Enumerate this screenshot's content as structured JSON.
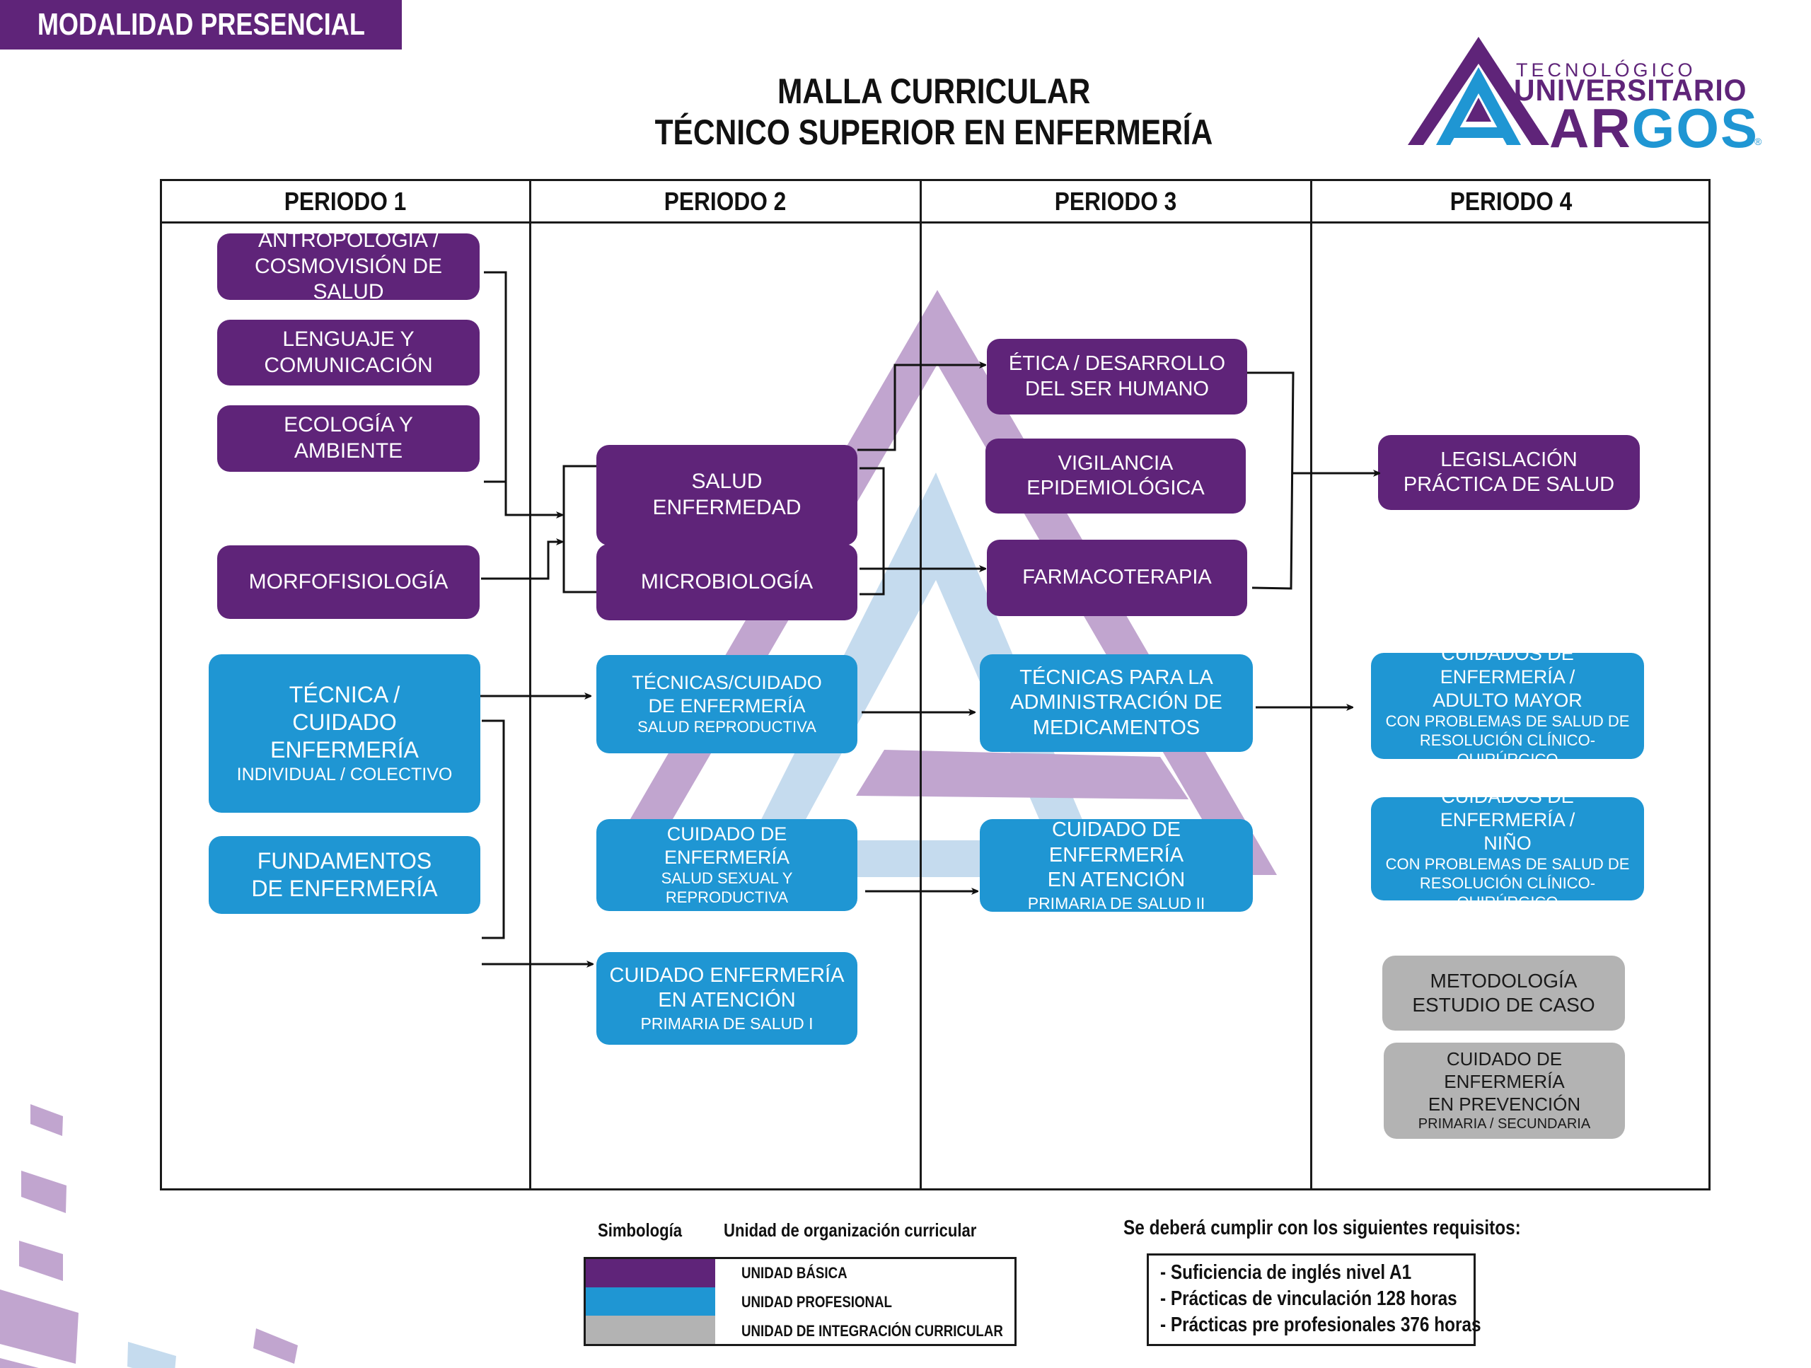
{
  "banner": "MODALIDAD  PRESENCIAL",
  "title": {
    "line1": "MALLA CURRICULAR",
    "line2": "TÉCNICO SUPERIOR EN ENFERMERÍA"
  },
  "logo": {
    "line1": "TECNOLÓGICO",
    "line2": "UNIVERSITARIO",
    "line3a": "AR",
    "line3b": "GOS",
    "registered": "®"
  },
  "colors": {
    "basic": "#5f2479",
    "professional": "#1f96d3",
    "integration": "#b3b3b3",
    "watermark_purple": "#c1a5cf",
    "watermark_blue": "#c5dbee"
  },
  "periods": [
    {
      "label": "PERIODO 1",
      "courses": [
        {
          "id": "antropologia",
          "unit": "basic",
          "lines": [
            "ANTROPOLOGÍA /",
            "COSMOVISIÓN DE SALUD"
          ]
        },
        {
          "id": "lenguaje",
          "unit": "basic",
          "lines": [
            "LENGUAJE Y",
            "COMUNICACIÓN"
          ]
        },
        {
          "id": "ecologia",
          "unit": "basic",
          "lines": [
            "ECOLOGÍA Y",
            "AMBIENTE"
          ]
        },
        {
          "id": "morfofisiologia",
          "unit": "basic",
          "lines": [
            "MORFOFISIOLOGÍA"
          ]
        },
        {
          "id": "tecnica-cuidado",
          "unit": "professional",
          "lines": [
            "TÉCNICA /",
            "CUIDADO ENFERMERÍA"
          ],
          "sub": [
            "INDIVIDUAL / COLECTIVO"
          ]
        },
        {
          "id": "fundamentos",
          "unit": "professional",
          "lines": [
            "FUNDAMENTOS",
            "DE ENFERMERÍA"
          ]
        }
      ]
    },
    {
      "label": "PERIODO 2",
      "courses": [
        {
          "id": "salud-enfermedad",
          "unit": "basic",
          "lines": [
            "SALUD",
            "ENFERMEDAD"
          ]
        },
        {
          "id": "microbiologia",
          "unit": "basic",
          "lines": [
            "MICROBIOLOGÍA"
          ]
        },
        {
          "id": "tecnicas-reproductiva",
          "unit": "professional",
          "lines": [
            "TÉCNICAS/CUIDADO",
            "DE ENFERMERÍA"
          ],
          "sub": [
            "SALUD REPRODUCTIVA"
          ]
        },
        {
          "id": "cuidado-sexual",
          "unit": "professional",
          "lines": [
            "CUIDADO DE ENFERMERÍA"
          ],
          "sub": [
            "SALUD SEXUAL Y",
            "REPRODUCTIVA"
          ]
        },
        {
          "id": "cuidado-aps1",
          "unit": "professional",
          "lines": [
            "CUIDADO ENFERMERÍA",
            "EN ATENCIÓN"
          ],
          "sub": [
            "PRIMARIA DE SALUD I"
          ]
        }
      ]
    },
    {
      "label": "PERIODO 3",
      "courses": [
        {
          "id": "etica",
          "unit": "basic",
          "lines": [
            "ÉTICA / DESARROLLO",
            "DEL SER HUMANO"
          ]
        },
        {
          "id": "vigilancia",
          "unit": "basic",
          "lines": [
            "VIGILANCIA",
            "EPIDEMIOLÓGICA"
          ]
        },
        {
          "id": "farmacoterapia",
          "unit": "basic",
          "lines": [
            "FARMACOTERAPIA"
          ]
        },
        {
          "id": "tecnicas-medicamentos",
          "unit": "professional",
          "lines": [
            "TÉCNICAS PARA LA",
            "ADMINISTRACIÓN DE",
            "MEDICAMENTOS"
          ]
        },
        {
          "id": "cuidado-aps2",
          "unit": "professional",
          "lines": [
            "CUIDADO DE ENFERMERÍA",
            "EN ATENCIÓN"
          ],
          "sub": [
            "PRIMARIA DE SALUD II"
          ]
        }
      ]
    },
    {
      "label": "PERIODO 4",
      "courses": [
        {
          "id": "legislacion",
          "unit": "basic",
          "lines": [
            "LEGISLACIÓN",
            "PRÁCTICA DE SALUD"
          ]
        },
        {
          "id": "adulto-mayor",
          "unit": "professional",
          "lines": [
            "CUIDADOS DE ENFERMERÍA /",
            "ADULTO MAYOR"
          ],
          "sub": [
            "CON PROBLEMAS DE SALUD DE",
            "RESOLUCIÓN CLÍNICO-QUIRÚRGICO"
          ]
        },
        {
          "id": "nino",
          "unit": "professional",
          "lines": [
            "CUIDADOS DE ENFERMERÍA /",
            "NIÑO"
          ],
          "sub": [
            "CON PROBLEMAS DE SALUD DE",
            "RESOLUCIÓN CLÍNICO-QUIRÚRGICO"
          ]
        },
        {
          "id": "metodologia",
          "unit": "integration",
          "lines": [
            "METODOLOGÍA",
            "ESTUDIO DE CASO"
          ]
        },
        {
          "id": "prevencion",
          "unit": "integration",
          "lines": [
            "CUIDADO DE ENFERMERÍA",
            "EN PREVENCIÓN"
          ],
          "sub": [
            "PRIMARIA / SECUNDARIA"
          ]
        }
      ]
    }
  ],
  "prerequisites": [
    {
      "from": [
        "antropologia",
        "ecologia"
      ],
      "to": [
        "salud-enfermedad",
        "microbiologia"
      ]
    },
    {
      "from": [
        "morfofisiologia"
      ],
      "to": [
        "salud-enfermedad",
        "microbiologia"
      ]
    },
    {
      "from": [
        "tecnica-cuidado"
      ],
      "to": [
        "tecnicas-reproductiva"
      ]
    },
    {
      "from": [
        "tecnica-cuidado",
        "fundamentos"
      ],
      "to": [
        "cuidado-sexual"
      ]
    },
    {
      "from": [
        "salud-enfermedad"
      ],
      "to": [
        "etica"
      ]
    },
    {
      "from": [
        "salud-enfermedad",
        "microbiologia"
      ],
      "to": [
        "farmacoterapia"
      ]
    },
    {
      "from": [
        "tecnicas-reproductiva"
      ],
      "to": [
        "tecnicas-medicamentos"
      ]
    },
    {
      "from": [
        "cuidado-sexual"
      ],
      "to": [
        "cuidado-aps2"
      ]
    },
    {
      "from": [
        "etica",
        "farmacoterapia"
      ],
      "to": [
        "legislacion"
      ]
    },
    {
      "from": [
        "tecnicas-medicamentos"
      ],
      "to": [
        "adulto-mayor"
      ]
    }
  ],
  "legend": {
    "symbology": "Simbología",
    "unit_header": "Unidad de organización  curricular",
    "items": [
      {
        "label": "UNIDAD BÁSICA",
        "color": "#5f2479"
      },
      {
        "label": "UNIDAD PROFESIONAL",
        "color": "#1f96d3"
      },
      {
        "label": "UNIDAD DE INTEGRACIÓN CURRICULAR",
        "color": "#b3b3b3"
      }
    ]
  },
  "requirements": {
    "title": "Se deberá cumplir con los siguientes requisitos:",
    "items": [
      "- Suficiencia de inglés nivel A1",
      "- Prácticas de vinculación 128 horas",
      "- Prácticas pre profesionales 376 horas"
    ]
  }
}
